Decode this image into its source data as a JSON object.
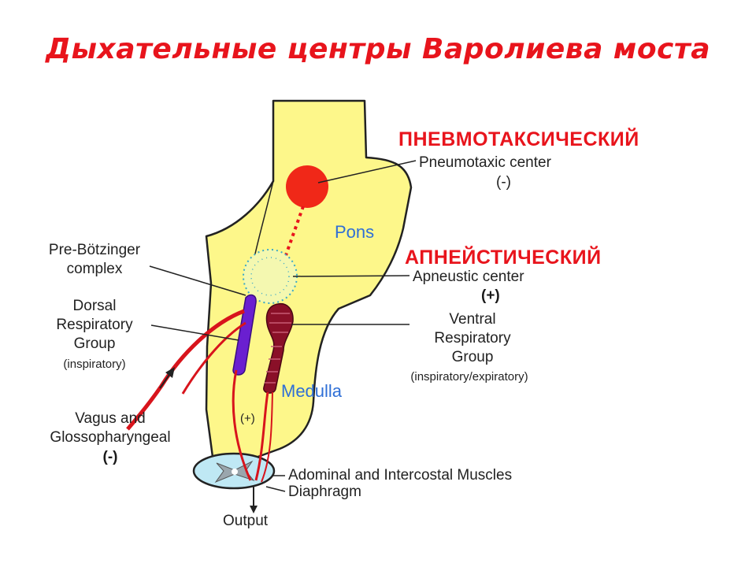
{
  "title": "Дыхательные центры Варолиева моста",
  "russian_labels": {
    "pneumotaxic": "ПНЕВМОТАКСИЧЕСКИЙ",
    "apneustic": "АПНЕЙСТИЧЕСКИЙ"
  },
  "regions": {
    "pons": "Pons",
    "medulla": "Medulla"
  },
  "labels": {
    "pneumotaxic_center": [
      "Pneumotaxic center",
      "(-)"
    ],
    "apneustic_center": [
      "Apneustic center",
      "(+)"
    ],
    "ventral_group": [
      "Ventral",
      "Respiratory",
      "Group"
    ],
    "ventral_group_note": "(inspiratory/expiratory)",
    "pre_botzinger": [
      "Pre-Bötzinger",
      "complex"
    ],
    "dorsal_group": [
      "Dorsal",
      "Respiratory",
      "Group"
    ],
    "dorsal_group_note": "(inspiratory)",
    "vagus": [
      "Vagus and",
      "Glossopharyngeal"
    ],
    "vagus_sign": "(-)",
    "spinal_plus": "(+)",
    "abdominal_muscles": "Adominal and Intercostal Muscles",
    "diaphragm": "Diaphragm",
    "output": "Output"
  },
  "colors": {
    "title": "#e8141c",
    "brainstem_fill": "#fdf78a",
    "pneumotaxic_nucleus": "#f02818",
    "dorsal_group_fill": "#6a1fd0",
    "ventral_group_fill": "#8a1028",
    "nerve": "#d8141c",
    "region_text": "#2f6fd6",
    "spinal_section": "#bfe8f4"
  }
}
